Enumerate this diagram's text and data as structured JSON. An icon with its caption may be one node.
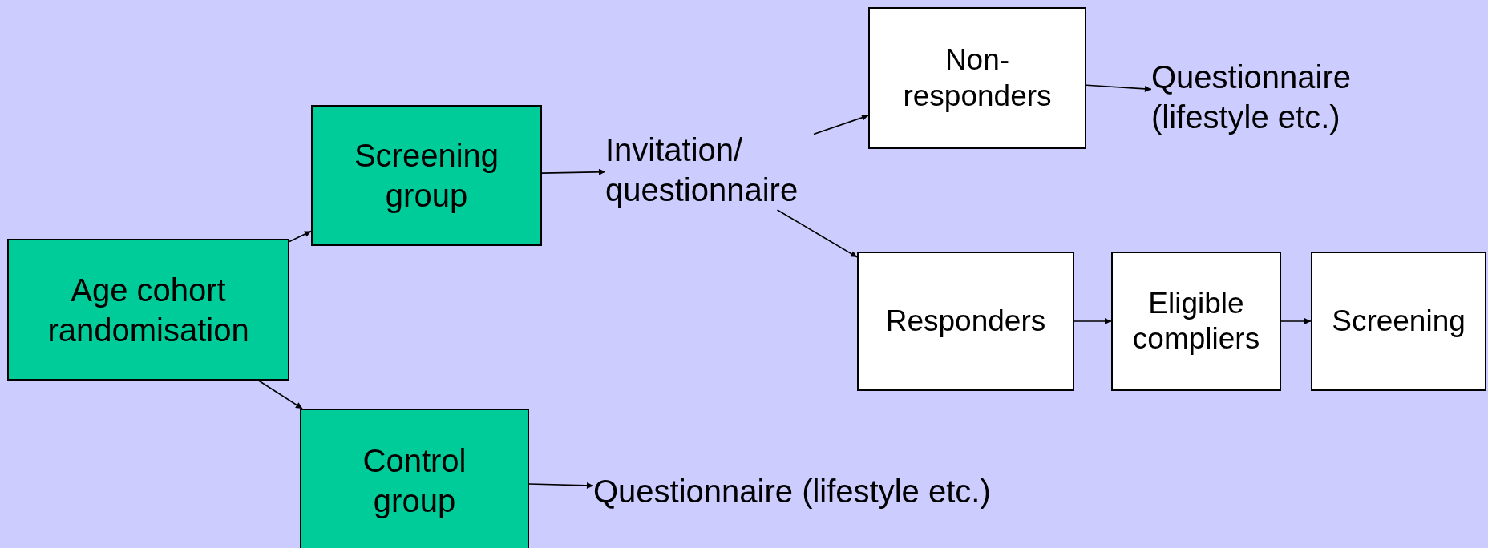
{
  "diagram": {
    "nodes": [
      {
        "text": [
          "Age cohort randomisation"
        ]
      },
      {
        "text": [
          "Screening group"
        ]
      },
      {
        "text": [
          "Control group"
        ]
      },
      {
        "text": [
          "Invitation/ questionnaire"
        ]
      },
      {
        "text": [
          "Non-responders"
        ]
      },
      {
        "text": [
          "Questionnaire (lifestyle etc.)"
        ]
      },
      {
        "text": [
          "Responders"
        ]
      },
      {
        "text": [
          "Eligible compliers"
        ]
      },
      {
        "text": [
          "Screening"
        ]
      },
      {
        "text": [
          "Questionnaire (lifestyle etc.)"
        ]
      }
    ],
    "edges": [
      {
        "from": 0,
        "to": 1,
        "arrow": "to"
      },
      {
        "from": 0,
        "to": 2,
        "arrow": "to"
      },
      {
        "from": 1,
        "to": 3,
        "arrow": "to"
      },
      {
        "from": 3,
        "to": 4,
        "arrow": "to"
      },
      {
        "from": 3,
        "to": 6,
        "arrow": "to"
      },
      {
        "from": 4,
        "to": 5,
        "arrow": "to"
      },
      {
        "from": 6,
        "to": 7,
        "arrow": "to"
      },
      {
        "from": 7,
        "to": 8,
        "arrow": "to"
      },
      {
        "from": 2,
        "to": 9,
        "arrow": "to"
      }
    ]
  }
}
